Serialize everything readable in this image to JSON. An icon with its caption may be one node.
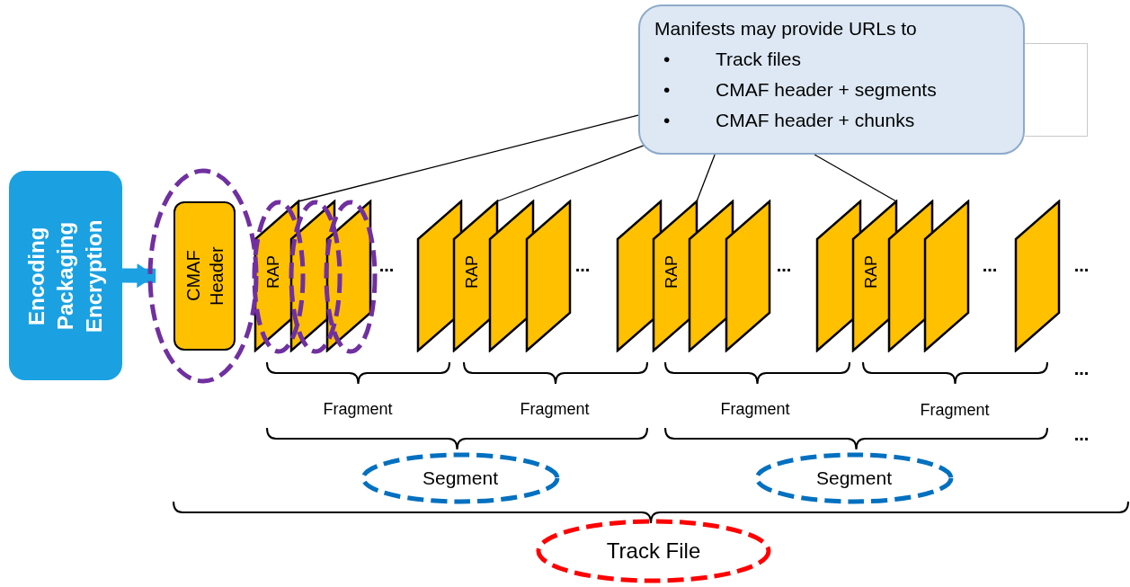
{
  "diagram": {
    "nodes": [
      {
        "text": [
          "Manifests may provide URLs to",
          "•",
          "Track files",
          "•",
          "CMAF header + segments",
          "•",
          "CMAF header + chunks"
        ]
      },
      {
        "text": [
          "Encoding Packaging Encryption"
        ]
      },
      {
        "text": [],
        "shape": "ellipse"
      },
      {
        "text": [
          "CMAF Header"
        ],
        "in": 2
      },
      {
        "text": [],
        "shape": "ellipse"
      },
      {
        "text": [],
        "shape": "ellipse"
      },
      {
        "text": [],
        "shape": "ellipse"
      },
      {
        "text": [
          "RAP"
        ]
      },
      {
        "text": [],
        "shape": "parallelogram"
      },
      {
        "text": [],
        "shape": "parallelogram"
      },
      {
        "text": [],
        "shape": "parallelogram"
      },
      {
        "text": [
          "RAP"
        ]
      },
      {
        "text": [],
        "shape": "parallelogram"
      },
      {
        "text": [],
        "shape": "parallelogram"
      },
      {
        "text": [],
        "shape": "parallelogram"
      },
      {
        "text": [
          "RAP"
        ]
      },
      {
        "text": [],
        "shape": "parallelogram"
      },
      {
        "text": [],
        "shape": "parallelogram"
      },
      {
        "text": [],
        "shape": "parallelogram"
      },
      {
        "text": [
          "RAP"
        ]
      },
      {
        "text": [],
        "shape": "parallelogram"
      },
      {
        "text": [],
        "shape": "parallelogram"
      },
      {
        "text": [],
        "shape": "parallelogram"
      },
      {
        "text": [
          "Segment"
        ]
      },
      {
        "text": [
          "Segment"
        ]
      },
      {
        "text": [
          "Track File"
        ]
      }
    ],
    "edges": [
      {
        "from": 1,
        "to": 3,
        "arrow": "to",
        "style": "thick",
        "color": "#1ba1e2"
      },
      {
        "from": 0,
        "to": 7,
        "arrow": "none"
      },
      {
        "from": 0,
        "to": 11,
        "arrow": "none"
      },
      {
        "from": 0,
        "to": 15,
        "arrow": "none"
      },
      {
        "from": 0,
        "to": 19,
        "arrow": "none"
      }
    ],
    "labels": [
      "...",
      "...",
      "...",
      "...",
      "...",
      "...",
      "Fragment",
      "Fragment",
      "Fragment",
      "Fragment",
      "..."
    ]
  }
}
